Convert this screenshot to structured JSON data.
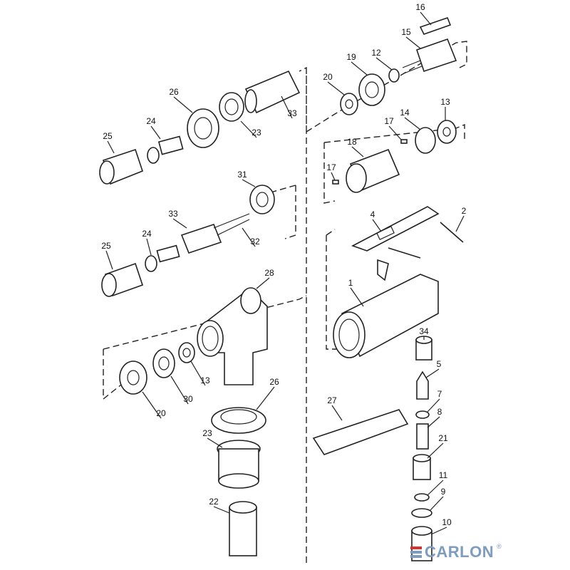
{
  "diagram": {
    "part_labels": [
      "16",
      "15",
      "12",
      "19",
      "20",
      "13",
      "14",
      "17",
      "18",
      "17",
      "26",
      "24",
      "25",
      "33",
      "23",
      "31",
      "33",
      "24",
      "25",
      "32",
      "28",
      "4",
      "2",
      "1",
      "34",
      "5",
      "7",
      "8",
      "21",
      "11",
      "9",
      "10",
      "27",
      "26",
      "23",
      "22",
      "20",
      "30",
      "13"
    ]
  },
  "logo": {
    "text": "CARLON",
    "mark": "®",
    "colors": {
      "red": "#d9302c",
      "blue": "#7d9cc0"
    }
  }
}
